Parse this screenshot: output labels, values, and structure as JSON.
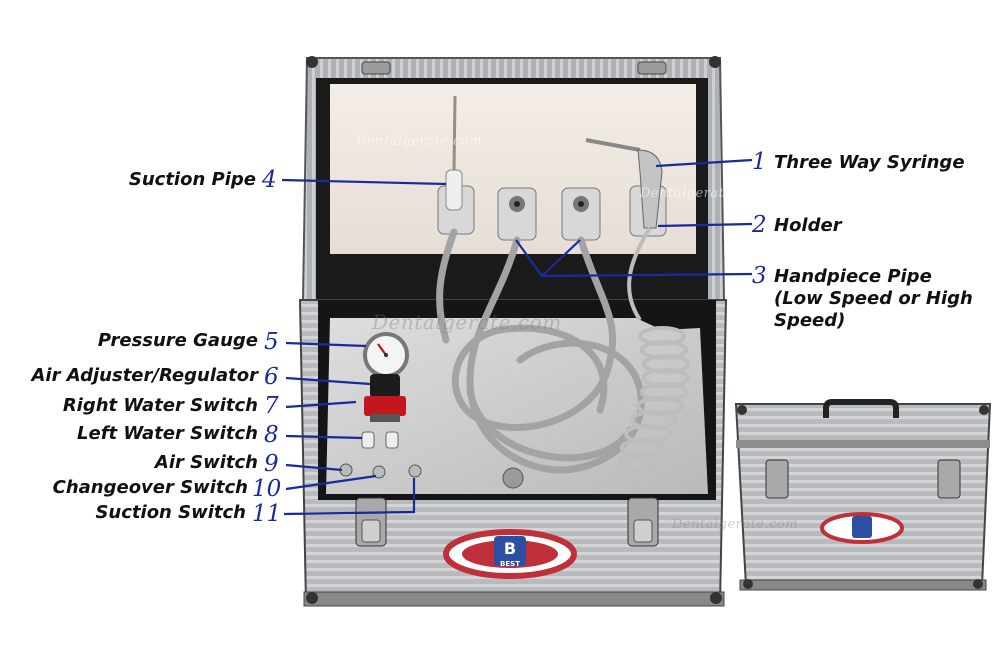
{
  "colors": {
    "leader": "#1a2a9a",
    "text": "#111111",
    "case": "#b9bcbf",
    "panel": "#c9c9c9",
    "lid": "#efe8e0"
  },
  "labels": {
    "l1": {
      "num": "1",
      "text": "Three Way Syringe"
    },
    "l2": {
      "num": "2",
      "text": "Holder"
    },
    "l3": {
      "num": "3",
      "text": "Handpiece Pipe",
      "line2": "(Low Speed or High",
      "line3": "Speed)"
    },
    "l4": {
      "num": "4",
      "text": "Suction Pipe"
    },
    "l5": {
      "num": "5",
      "text": "Pressure Gauge"
    },
    "l6": {
      "num": "6",
      "text": "Air Adjuster/Regulator"
    },
    "l7": {
      "num": "7",
      "text": "Right Water Switch"
    },
    "l8": {
      "num": "8",
      "text": "Left Water Switch"
    },
    "l9": {
      "num": "9",
      "text": "Air Switch"
    },
    "l10": {
      "num": "10",
      "text": "Changeover Switch"
    },
    "l11": {
      "num": "11",
      "text": "Suction Switch"
    }
  },
  "logo": {
    "text": "BEST",
    "letter": "B"
  },
  "watermark": "Dentalgerate.com",
  "icons": [
    "suction-pipe-icon",
    "handpiece-icon",
    "three-way-syringe-icon",
    "pressure-gauge-icon",
    "regulator-knob-icon",
    "toggle-switch-icon",
    "carry-handle-icon",
    "latch-icon"
  ]
}
